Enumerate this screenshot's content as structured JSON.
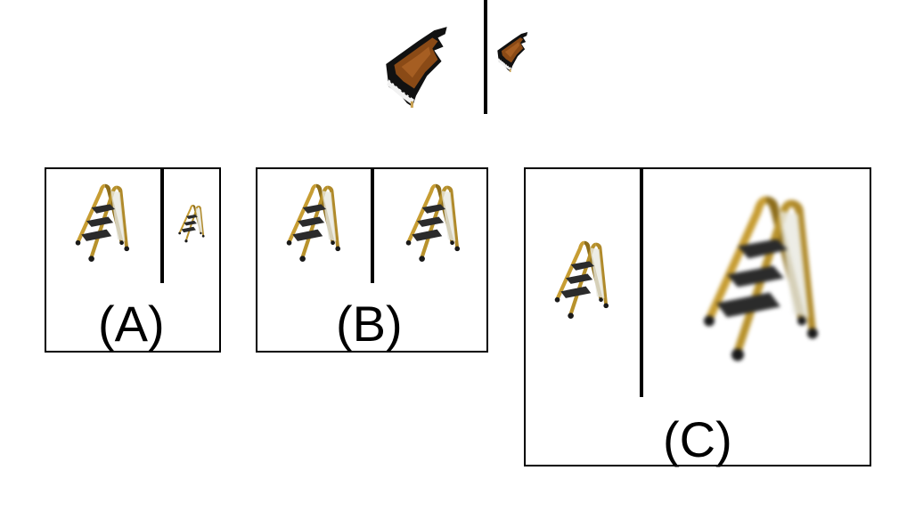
{
  "example": {
    "items": [
      "piano-large",
      "piano-small"
    ]
  },
  "options": [
    {
      "label": "(A)"
    },
    {
      "label": "(B)"
    },
    {
      "label": "(C)"
    }
  ],
  "colors": {
    "frame_gold": "#b08a2a",
    "frame_dark": "#6e5312",
    "step_dark": "#2a2a2a",
    "piano_wood": "#8a4a16",
    "piano_black": "#111111"
  }
}
